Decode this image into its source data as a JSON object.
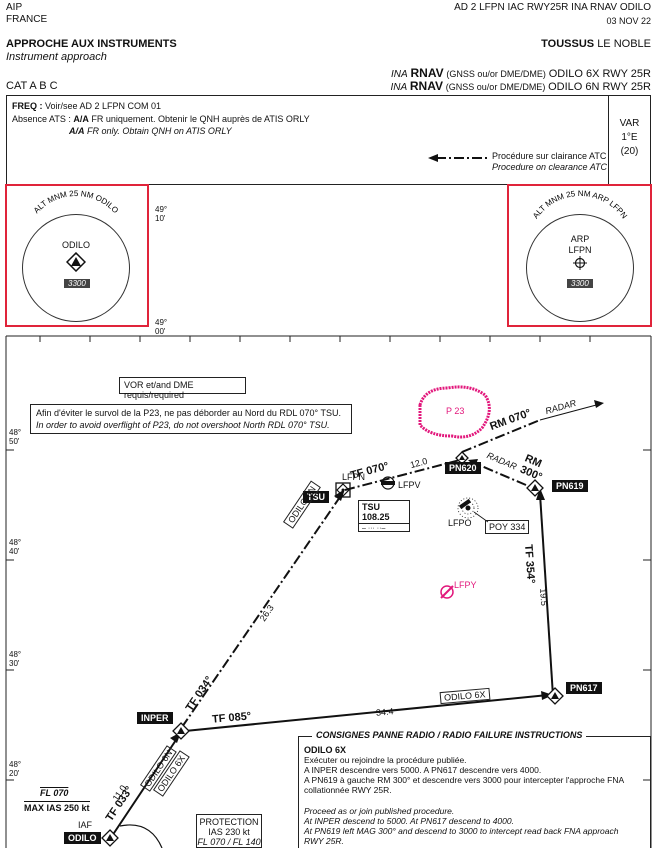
{
  "header": {
    "aip": "AIP",
    "country": "FRANCE",
    "doc_ref": "AD 2 LFPN IAC RWY25R INA RNAV ODILO",
    "date": "03 NOV 22"
  },
  "titles": {
    "approach_fr": "APPROCHE AUX INSTRUMENTS",
    "approach_en": "Instrument approach",
    "airport_name_1": "TOUSSUS",
    "airport_name_2": "LE NOBLE",
    "category": "CAT A B C",
    "proc_line_1_ina": "INA",
    "proc_line_1_rnav": "RNAV",
    "proc_line_1_mid": "(GNSS ou/or DME/DME)",
    "proc_line_1_end": "ODILO 6X RWY 25R",
    "proc_line_2_ina": "INA",
    "proc_line_2_rnav": "RNAV",
    "proc_line_2_mid": "(GNSS ou/or DME/DME)",
    "proc_line_2_end": "ODILO 6N RWY 25R"
  },
  "info_box": {
    "freq_label": "FREQ :",
    "freq_value": "Voir/see AD 2 LFPN COM 01",
    "ats_label": "Absence ATS :",
    "ats_aa": "A/A",
    "ats_fr_text": "FR uniquement. Obtenir le QNH auprès de ATIS ORLY",
    "ats_aa_en": "A/A",
    "ats_en_text": "FR only. Obtain QNH on ATIS ORLY",
    "clearance_fr": "Procédure sur clairance ATC",
    "clearance_en": "Procedure on clearance ATC",
    "var_label": "VAR",
    "var_value": "1°E",
    "var_year": "(20)"
  },
  "msa_left": {
    "arc_label": "ALT MNM 25 NM ODILO",
    "center_label": "ODILO",
    "altitude": "3300"
  },
  "msa_right": {
    "arc_label": "ALT MNM 25 NM ARP LFPN",
    "arp": "ARP",
    "center_label": "LFPN",
    "altitude": "3300"
  },
  "lat_labels": {
    "l1_deg": "49°",
    "l1_min": "10'",
    "l2_deg": "49°",
    "l2_min": "00'",
    "l3_deg": "48°",
    "l3_min": "50'",
    "l4_deg": "48°",
    "l4_min": "40'",
    "l5_deg": "48°",
    "l5_min": "30'",
    "l6_deg": "48°",
    "l6_min": "20'"
  },
  "chart": {
    "vor_dme_note": "VOR et/and DME requis/required",
    "p23_note_fr": "Afin d'éviter le survol de la P23, ne pas déborder au Nord du RDL 070° TSU.",
    "p23_note_en": "In order to avoid overflight of P23, do not overshoot North RDL 070° TSU.",
    "p23": "P 23",
    "radar_1": "RADAR",
    "radar_2": "RADAR",
    "rm070": "RM 070°",
    "rm300_a": "RM",
    "rm300_b": "300°",
    "tf070": "TF 070°",
    "dist_12": "12.0",
    "lfpn": "LFPN",
    "lfpv": "LFPV",
    "pn620": "PN620",
    "pn619": "PN619",
    "pn617": "PN617",
    "tsu": "TSU",
    "tsu_freq": "TSU 108.25",
    "tsu_morse": "‒ ··· ··‒",
    "lfpo": "LFPO",
    "poy": "POY 334",
    "lfpy": "LFPY",
    "tf354": "TF 354°",
    "dist_195": "19.5",
    "odilo6n_upper": "ODILO 6N",
    "dist_263": "26.3",
    "tf034": "TF 034°",
    "inper": "INPER",
    "tf085": "TF 085°",
    "dist_344": "34.4",
    "odilo6x_box": "ODILO 6X",
    "odilo6n_lower": "ODILO 6N",
    "odilo6x_lower": "ODILO 6X",
    "dist_110": "11.0",
    "tf033": "TF 033°",
    "fl070": "FL 070",
    "max_ias": "MAX IAS 250 kt",
    "iaf": "IAF",
    "odilo_tag": "ODILO",
    "protection_1": "PROTECTION",
    "protection_2": "IAS 230 kt",
    "protection_3": "FL 070 / FL 140"
  },
  "radio_failure": {
    "title": "CONSIGNES PANNE RADIO / RADIO FAILURE INSTRUCTIONS",
    "sub": "ODILO 6X",
    "fr_1": "Exécuter ou rejoindre la procédure publiée.",
    "fr_2": "A INPER descendre vers 5000. A PN617 descendre vers 4000.",
    "fr_3": "A PN619 à gauche RM 300° et descendre vers 3000 pour intercepter l'approche FNA",
    "fr_4": "collationnée RWY 25R.",
    "en_1": "Proceed as or join published procedure.",
    "en_2": "At INPER descend to 5000. At PN617 descend to 4000.",
    "en_3": "At PN619 left MAG 300° and descend to 3000 to intercept read back FNA approach",
    "en_4": "RWY 25R."
  },
  "colors": {
    "highlight": "#e0243a",
    "prohibited": "#e2187c",
    "ink": "#111111"
  }
}
